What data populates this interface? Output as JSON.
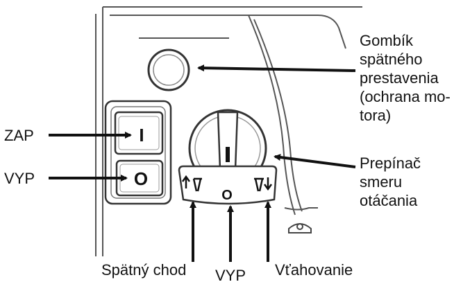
{
  "labels": {
    "reset_button": [
      "Gombík",
      "spätného",
      "prestavenia",
      "(ochrana mo-",
      "tora)"
    ],
    "on": "ZAP",
    "off_left": "VYP",
    "direction_switch": [
      "Prepínač",
      "smeru",
      "otáčania"
    ],
    "reverse": "Spätný chod",
    "off_bottom": "VYP",
    "pull_in": "Vťahovanie"
  },
  "switch_symbols": {
    "on": "I",
    "off": "O",
    "dial_center": "O"
  },
  "icons": [
    "reset-button-icon",
    "rocker-switch-icon",
    "rotary-knob-icon",
    "arrow-up-icon",
    "arrow-down-icon",
    "arrow-left-icon",
    "cord-clamp-icon"
  ],
  "colors": {
    "ink": "#111111",
    "housing_line": "#555555",
    "housing_fill": "#ffffff"
  }
}
